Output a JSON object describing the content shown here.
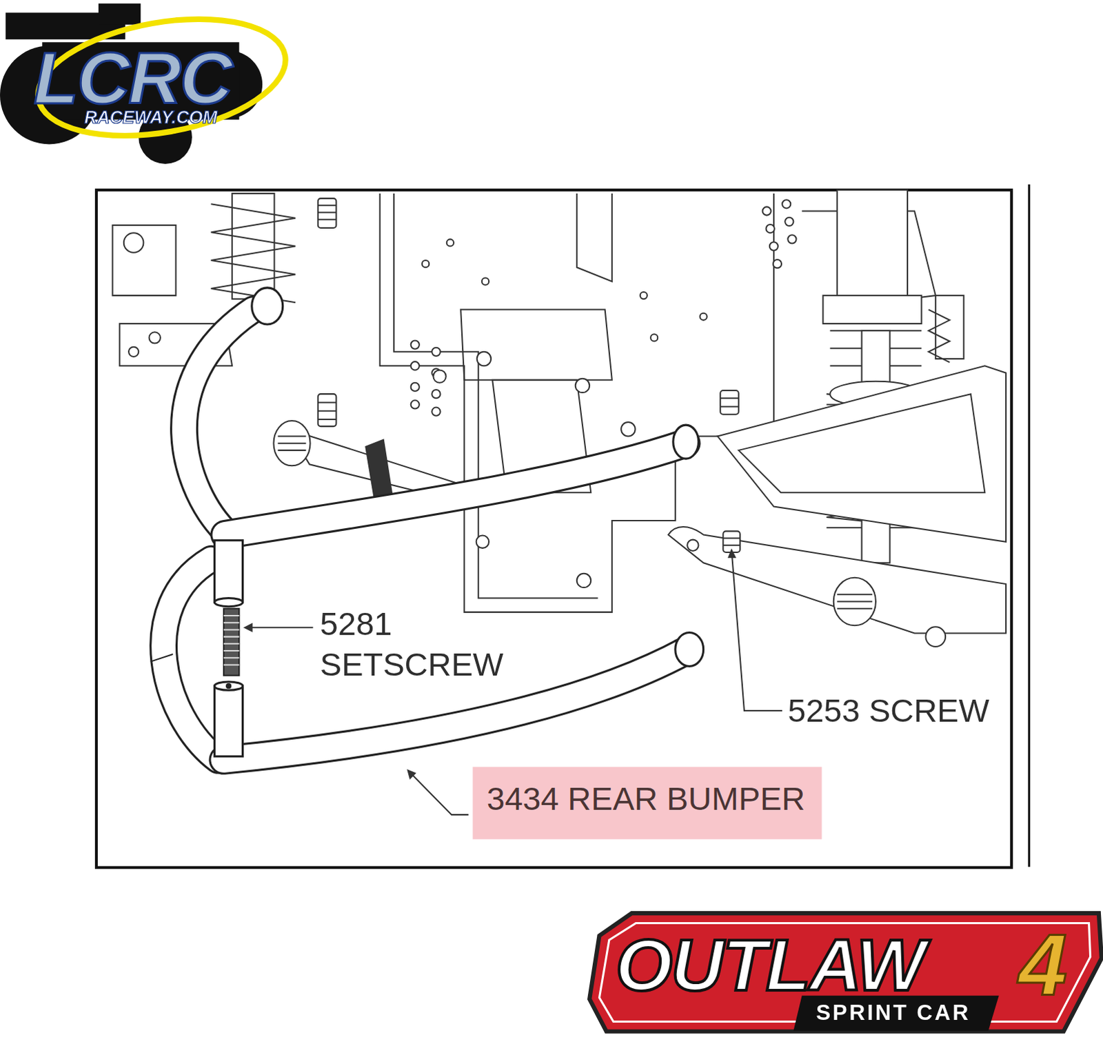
{
  "diagram": {
    "nodes": [
      {
        "text": [
          "3434 REAR BUMPER"
        ]
      }
    ],
    "labels": [
      "LCRC",
      "RACEWAY.COM",
      "5281 SETSCREW",
      "5253 SCREW",
      "OUTLAW",
      "4",
      "SPRINT CAR"
    ]
  }
}
